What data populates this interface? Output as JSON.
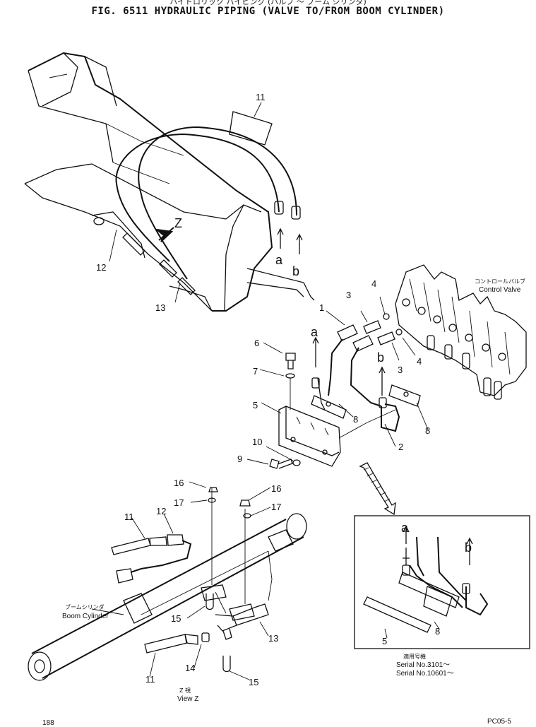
{
  "header": {
    "title_jp": "ハイドロリック パイピング (バルブ ～ ブーム シリンダ)",
    "title": "FIG. 6511  HYDRAULIC PIPING (VALVE TO/FROM BOOM CYLINDER)"
  },
  "parts": {
    "p1": "1",
    "p2": "2",
    "p3a": "3",
    "p3b": "3",
    "p4a": "4",
    "p4b": "4",
    "p5": "5",
    "p5b": "5",
    "p6": "6",
    "p7": "7",
    "p8a": "8",
    "p8b": "8",
    "p8c": "8",
    "p9": "9",
    "p10": "10",
    "p11a": "11",
    "p11b": "11",
    "p11c": "11",
    "p12a": "12",
    "p12b": "12",
    "p13a": "13",
    "p13b": "13",
    "p14": "14",
    "p15a": "15",
    "p15b": "15",
    "p16a": "16",
    "p16b": "16",
    "p17a": "17",
    "p17b": "17"
  },
  "markers": {
    "a1": "a",
    "b1": "b",
    "a2": "a",
    "b2": "b",
    "a3": "a",
    "b3": "b",
    "z": "Z"
  },
  "callouts": {
    "control_valve_jp": "コントロールバルブ",
    "control_valve": "Control Valve",
    "boom_cylinder_jp": "ブームシリンダ",
    "boom_cylinder": "Boom Cylinder",
    "view_z_jp": "Z  視",
    "view_z": "View  Z",
    "serial_jp": "適用号機",
    "serial_1": "Serial No.3101～",
    "serial_2": "Serial No.10601～"
  },
  "footer": {
    "page_number": "188",
    "code": "PC05-5"
  }
}
